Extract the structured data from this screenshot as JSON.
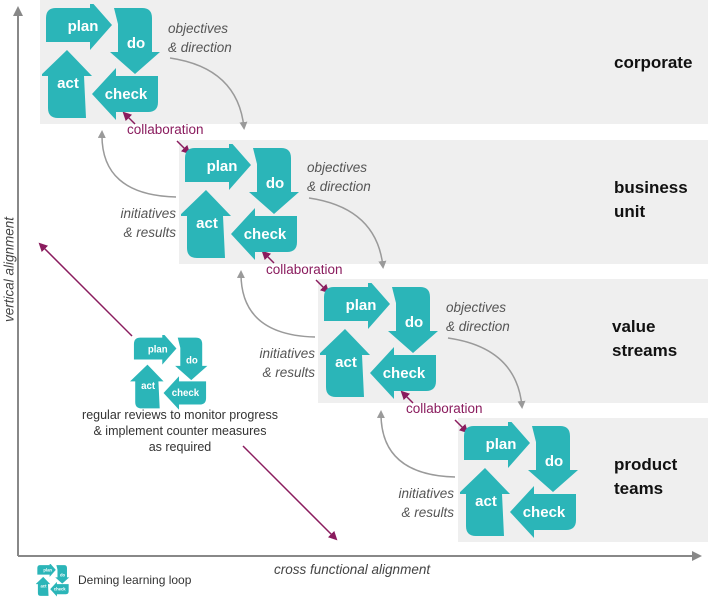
{
  "cycle": {
    "plan": "plan",
    "do": "do",
    "check": "check",
    "act": "act",
    "color": "#2bb5b8"
  },
  "levels": [
    {
      "name_lines": [
        "corporate"
      ]
    },
    {
      "name_lines": [
        "business",
        "unit"
      ]
    },
    {
      "name_lines": [
        "value",
        "streams"
      ]
    },
    {
      "name_lines": [
        "product",
        "teams"
      ]
    }
  ],
  "flows": {
    "objectives_line1": "objectives",
    "objectives_line2": "& direction",
    "initiatives_line1": "initiatives",
    "initiatives_line2": "& results",
    "collaboration": "collaboration"
  },
  "review": {
    "lines": [
      "regular reviews to monitor progress",
      "& implement counter measures",
      "as required"
    ]
  },
  "axes": {
    "vertical": "vertical alignment",
    "horizontal": "cross functional alignment"
  },
  "legend": {
    "label": "Deming learning loop"
  },
  "colors": {
    "teal": "#2bb5b8",
    "magenta": "#8a1c5e",
    "gray_arrow": "#9a9a9a",
    "axis": "#888888",
    "band": "#efefef"
  }
}
